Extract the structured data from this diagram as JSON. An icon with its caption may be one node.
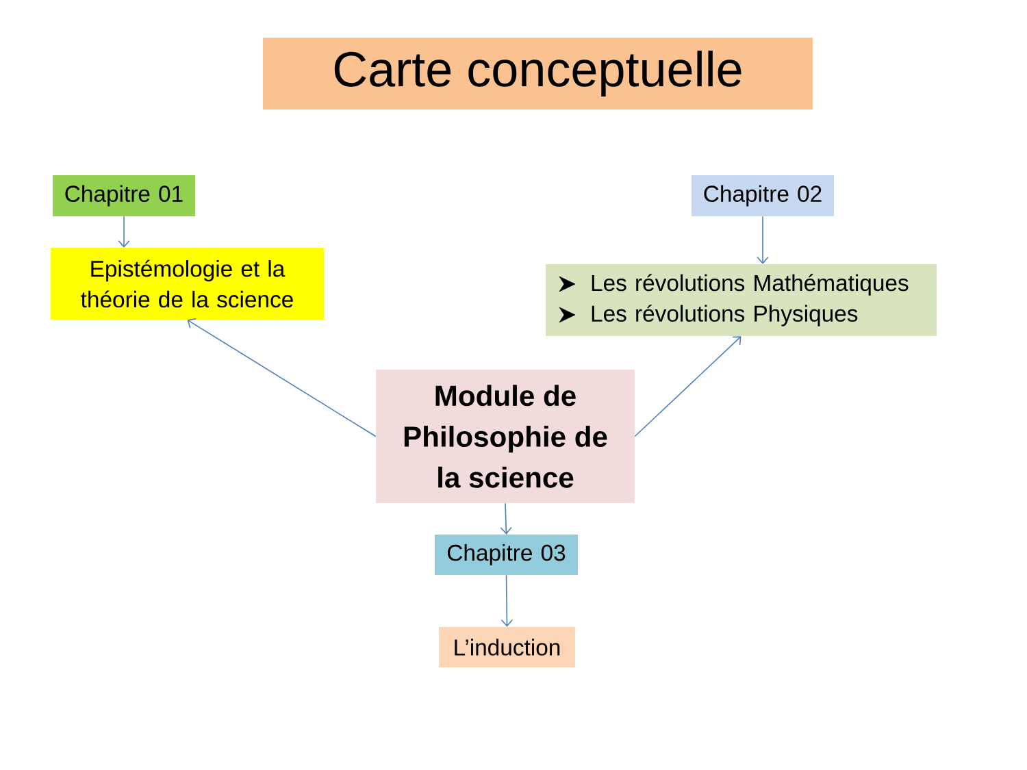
{
  "diagram": {
    "title": "Carte conceptuelle",
    "nodes": [
      {
        "text": [
          "Chapitre 01"
        ]
      },
      {
        "text": [
          "Chapitre 02"
        ]
      },
      {
        "text": [
          "Epistémologie et la théorie de la science"
        ]
      },
      {
        "text": [
          "Les révolutions Mathématiques",
          "Les révolutions Physiques"
        ]
      },
      {
        "text": [
          "Module de Philosophie de la science"
        ]
      },
      {
        "text": [
          "Chapitre 03"
        ]
      },
      {
        "text": [
          "L’induction"
        ]
      }
    ],
    "edges": [
      {
        "from": 0,
        "to": 2,
        "arrow": "to"
      },
      {
        "from": 1,
        "to": 3,
        "arrow": "to"
      },
      {
        "from": 4,
        "to": 2,
        "arrow": "to"
      },
      {
        "from": 4,
        "to": 3,
        "arrow": "to"
      },
      {
        "from": 4,
        "to": 5,
        "arrow": "to"
      },
      {
        "from": 5,
        "to": 6,
        "arrow": "to"
      }
    ]
  }
}
